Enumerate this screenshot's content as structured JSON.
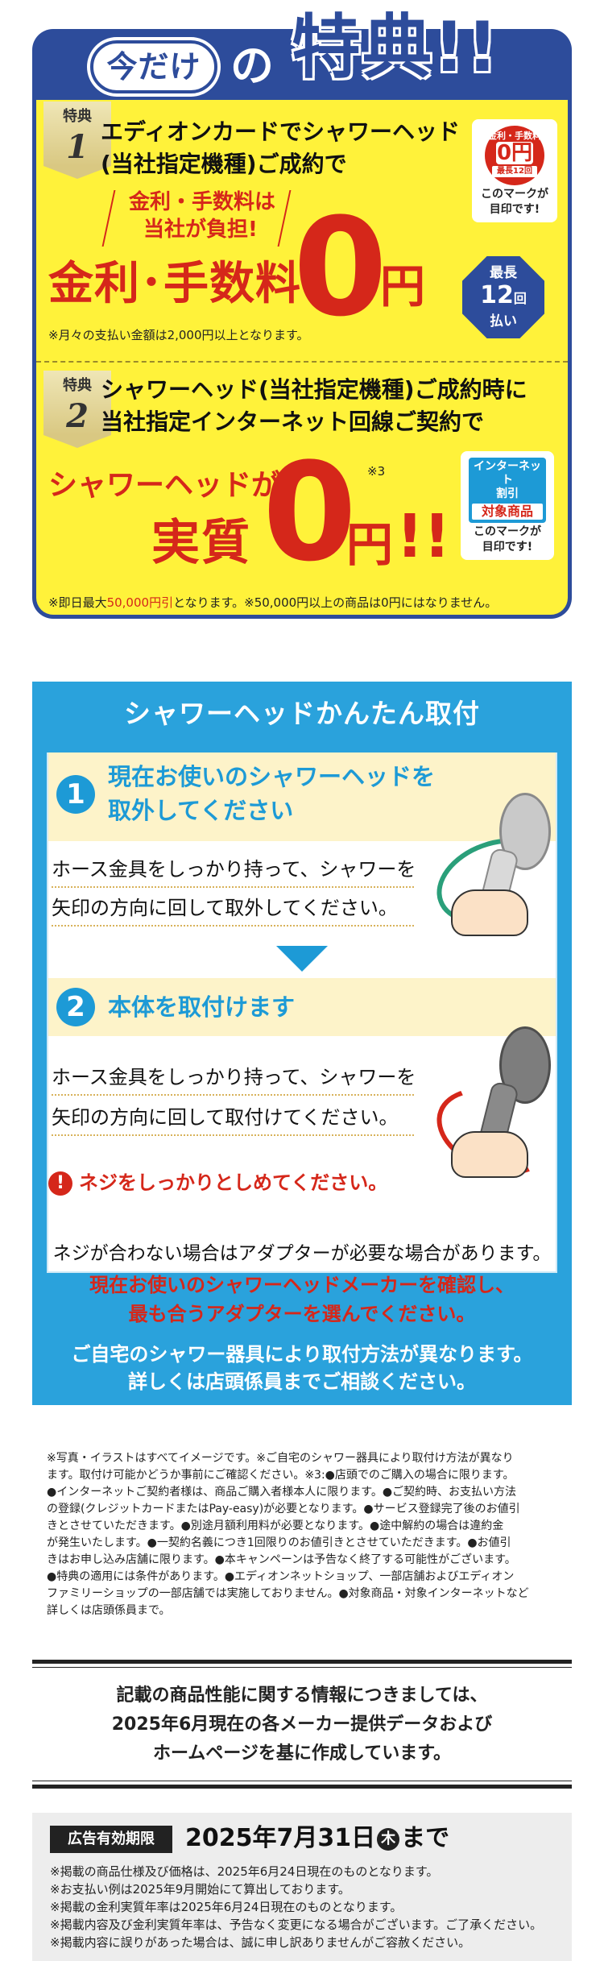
{
  "benefits": {
    "title_now": "今だけ",
    "title_no": "の",
    "title_big": "特典!!",
    "badge_top": "特典",
    "badge1_num": "1",
    "badge2_num": "2",
    "b1_line1": "エディオンカードでシャワーヘッド",
    "b1_line2": "(当社指定機種)ご成約で",
    "b1_red1": "金利・手数料は",
    "b1_red2": "当社が負担!",
    "b1_fee": "金利･手数料",
    "b1_zero": "0",
    "b1_yen": "円",
    "b1_note": "※月々の支払い金額は2,000円以上となります。",
    "mark1_small": "金利・手数料",
    "mark1_zero": "0円",
    "mark1_times": "最長12回",
    "mark1_caption1": "このマークが",
    "mark1_caption2": "目印です!",
    "oct_1": "最長",
    "oct_2": "12",
    "oct_2b": "回",
    "oct_3": "払い",
    "b2_line1": "シャワーヘッド(当社指定機種)ご成約時に",
    "b2_line2": "当社指定インターネット回線ご契約で",
    "b2_red1": "シャワーヘッドが",
    "b2_red2": "実質",
    "b2_zero": "0",
    "b2_yen": "円",
    "b2_excl": "!!",
    "b2_sup": "※3",
    "b2_note_a": "※即日最大",
    "b2_note_red": "50,000円引",
    "b2_note_b": "となります。※50,000円以上の商品は0円にはなりません。",
    "net_tag1": "インターネット",
    "net_tag2": "割引",
    "net_target": "対象商品",
    "net_caption1": "このマークが",
    "net_caption2": "目印です!"
  },
  "install": {
    "title": "シャワーヘッドかんたん取付",
    "step1_num": "1",
    "step1_title1": "現在お使いのシャワーヘッドを",
    "step1_title2": "取外してください",
    "step1_text1": "ホース金具をしっかり持って、シャワーを",
    "step1_text2": "矢印の方向に回して取外してください。",
    "step2_num": "2",
    "step2_title": "本体を取付けます",
    "step2_text1": "ホース金具をしっかり持って、シャワーを",
    "step2_text2": "矢印の方向に回して取付けてください。",
    "warn_icon": "!",
    "warn_text": "ネジをしっかりとしめてください。",
    "adapter1": "ネジが合わない場合はアダプターが必要な場合があります。",
    "adapter2": "現在お使いのシャワーヘッドメーカーを確認し、",
    "adapter3": "最も合うアダプターを選んでください。",
    "foot1": "ご自宅のシャワー器具により取付方法が異なります。",
    "foot2": "詳しくは店頭係員までご相談ください。"
  },
  "footnotes": [
    "※写真・イラストはすべてイメージです。※ご自宅のシャワー器具により取付け方法が異なり",
    "ます。取付け可能かどうか事前にご確認ください。※3:●店頭でのご購入の場合に限ります。",
    "●インターネットご契約者様は、商品ご購入者様本人に限ります。●ご契約時、お支払い方法",
    "の登録(クレジットカードまたはPay-easy)が必要となります。●サービス登録完了後のお値引",
    "きとさせていただきます。●別途月額利用料が必要となります。●途中解約の場合は違約金",
    "が発生いたします。●一契約名義につき1回限りのお値引きとさせていただきます。●お値引",
    "きはお申し込み店舗に限ります。●本キャンペーンは予告なく終了する可能性がございます。",
    "●特典の適用には条件があります。●エディオンネットショップ、一部店舗およびエディオン",
    "ファミリーショップの一部店舗では実施しておりません。●対象商品・対象インターネットなど",
    "詳しくは店頭係員まで。"
  ],
  "performance": [
    "記載の商品性能に関する情報につきましては、",
    "2025年6月現在の各メーカー提供データおよび",
    "ホームページを基に作成しています。"
  ],
  "validity": {
    "label": "広告有効期限",
    "date_a": "2025年7月31日",
    "weekday": "木",
    "date_b": "まで",
    "notes": [
      "※掲載の商品仕様及び価格は、2025年6月24日現在のものとなります。",
      "※お支払い例は2025年9月開始にて算出しております。",
      "※掲載の金利実質年率は2025年6月24日現在のものとなります。",
      "※掲載内容及び金利実質年率は、予告なく変更になる場合がございます。ご了承ください。",
      "※掲載内容に誤りがあった場合は、誠に申し訳ありませんがご容赦ください。"
    ]
  },
  "colors": {
    "navy": "#2d4c9b",
    "yellow": "#fff23a",
    "red": "#d5271a",
    "sky": "#2aa2dc",
    "cream": "#fdf3c9"
  }
}
